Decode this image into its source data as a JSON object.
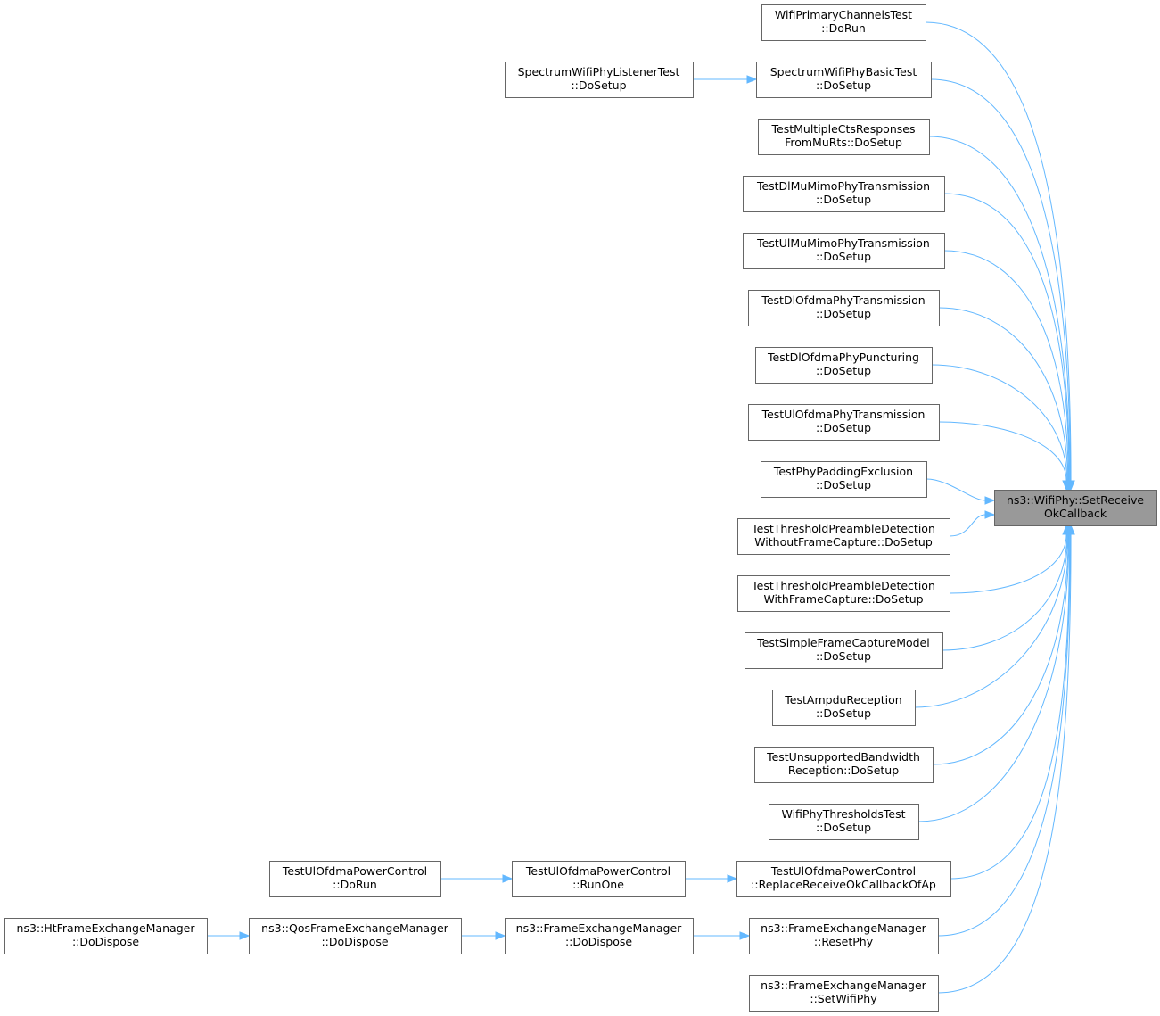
{
  "graph": {
    "target": {
      "id": "target",
      "lines": [
        "ns3::WifiPhy::SetReceive",
        "OkCallback"
      ]
    },
    "callers": [
      {
        "id": "n01",
        "lines": [
          "WifiPrimaryChannelsTest",
          "::DoRun"
        ]
      },
      {
        "id": "n02",
        "lines": [
          "SpectrumWifiPhyBasicTest",
          "::DoSetup"
        ]
      },
      {
        "id": "n03",
        "lines": [
          "TestMultipleCtsResponses",
          "FromMuRts::DoSetup"
        ]
      },
      {
        "id": "n04",
        "lines": [
          "TestDlMuMimoPhyTransmission",
          "::DoSetup"
        ]
      },
      {
        "id": "n05",
        "lines": [
          "TestUlMuMimoPhyTransmission",
          "::DoSetup"
        ]
      },
      {
        "id": "n06",
        "lines": [
          "TestDlOfdmaPhyTransmission",
          "::DoSetup"
        ]
      },
      {
        "id": "n07",
        "lines": [
          "TestDlOfdmaPhyPuncturing",
          "::DoSetup"
        ]
      },
      {
        "id": "n08",
        "lines": [
          "TestUlOfdmaPhyTransmission",
          "::DoSetup"
        ]
      },
      {
        "id": "n09",
        "lines": [
          "TestPhyPaddingExclusion",
          "::DoSetup"
        ]
      },
      {
        "id": "n10",
        "lines": [
          "TestThresholdPreambleDetection",
          "WithoutFrameCapture::DoSetup"
        ]
      },
      {
        "id": "n11",
        "lines": [
          "TestThresholdPreambleDetection",
          "WithFrameCapture::DoSetup"
        ]
      },
      {
        "id": "n12",
        "lines": [
          "TestSimpleFrameCaptureModel",
          "::DoSetup"
        ]
      },
      {
        "id": "n13",
        "lines": [
          "TestAmpduReception",
          "::DoSetup"
        ]
      },
      {
        "id": "n14",
        "lines": [
          "TestUnsupportedBandwidth",
          "Reception::DoSetup"
        ]
      },
      {
        "id": "n15",
        "lines": [
          "WifiPhyThresholdsTest",
          "::DoSetup"
        ]
      },
      {
        "id": "n16",
        "lines": [
          "TestUlOfdmaPowerControl",
          "::ReplaceReceiveOkCallbackOfAp"
        ]
      },
      {
        "id": "n17",
        "lines": [
          "ns3::FrameExchangeManager",
          "::ResetPhy"
        ]
      },
      {
        "id": "n18",
        "lines": [
          "ns3::FrameExchangeManager",
          "::SetWifiPhy"
        ]
      }
    ],
    "second_level": [
      {
        "id": "m1",
        "lines": [
          "SpectrumWifiPhyListenerTest",
          "::DoSetup"
        ]
      },
      {
        "id": "m2",
        "lines": [
          "TestUlOfdmaPowerControl",
          "::RunOne"
        ]
      },
      {
        "id": "m3",
        "lines": [
          "ns3::FrameExchangeManager",
          "::DoDispose"
        ]
      }
    ],
    "third_level": [
      {
        "id": "k1",
        "lines": [
          "TestUlOfdmaPowerControl",
          "::DoRun"
        ]
      },
      {
        "id": "k2",
        "lines": [
          "ns3::QosFrameExchangeManager",
          "::DoDispose"
        ]
      }
    ],
    "fourth_level": [
      {
        "id": "j1",
        "lines": [
          "ns3::HtFrameExchangeManager",
          "::DoDispose"
        ]
      }
    ],
    "edges": [
      [
        "n01",
        "target"
      ],
      [
        "n02",
        "target"
      ],
      [
        "n03",
        "target"
      ],
      [
        "n04",
        "target"
      ],
      [
        "n05",
        "target"
      ],
      [
        "n06",
        "target"
      ],
      [
        "n07",
        "target"
      ],
      [
        "n08",
        "target"
      ],
      [
        "n09",
        "target"
      ],
      [
        "n10",
        "target"
      ],
      [
        "n11",
        "target"
      ],
      [
        "n12",
        "target"
      ],
      [
        "n13",
        "target"
      ],
      [
        "n14",
        "target"
      ],
      [
        "n15",
        "target"
      ],
      [
        "n16",
        "target"
      ],
      [
        "n17",
        "target"
      ],
      [
        "n18",
        "target"
      ],
      [
        "m1",
        "n02"
      ],
      [
        "m2",
        "n16"
      ],
      [
        "m3",
        "n17"
      ],
      [
        "k1",
        "m2"
      ],
      [
        "k2",
        "m3"
      ],
      [
        "j1",
        "k2"
      ]
    ],
    "colors": {
      "edge": "#63b8ff",
      "node_border": "#666666",
      "node_fill": "#ffffff",
      "target_fill": "#999999"
    }
  }
}
